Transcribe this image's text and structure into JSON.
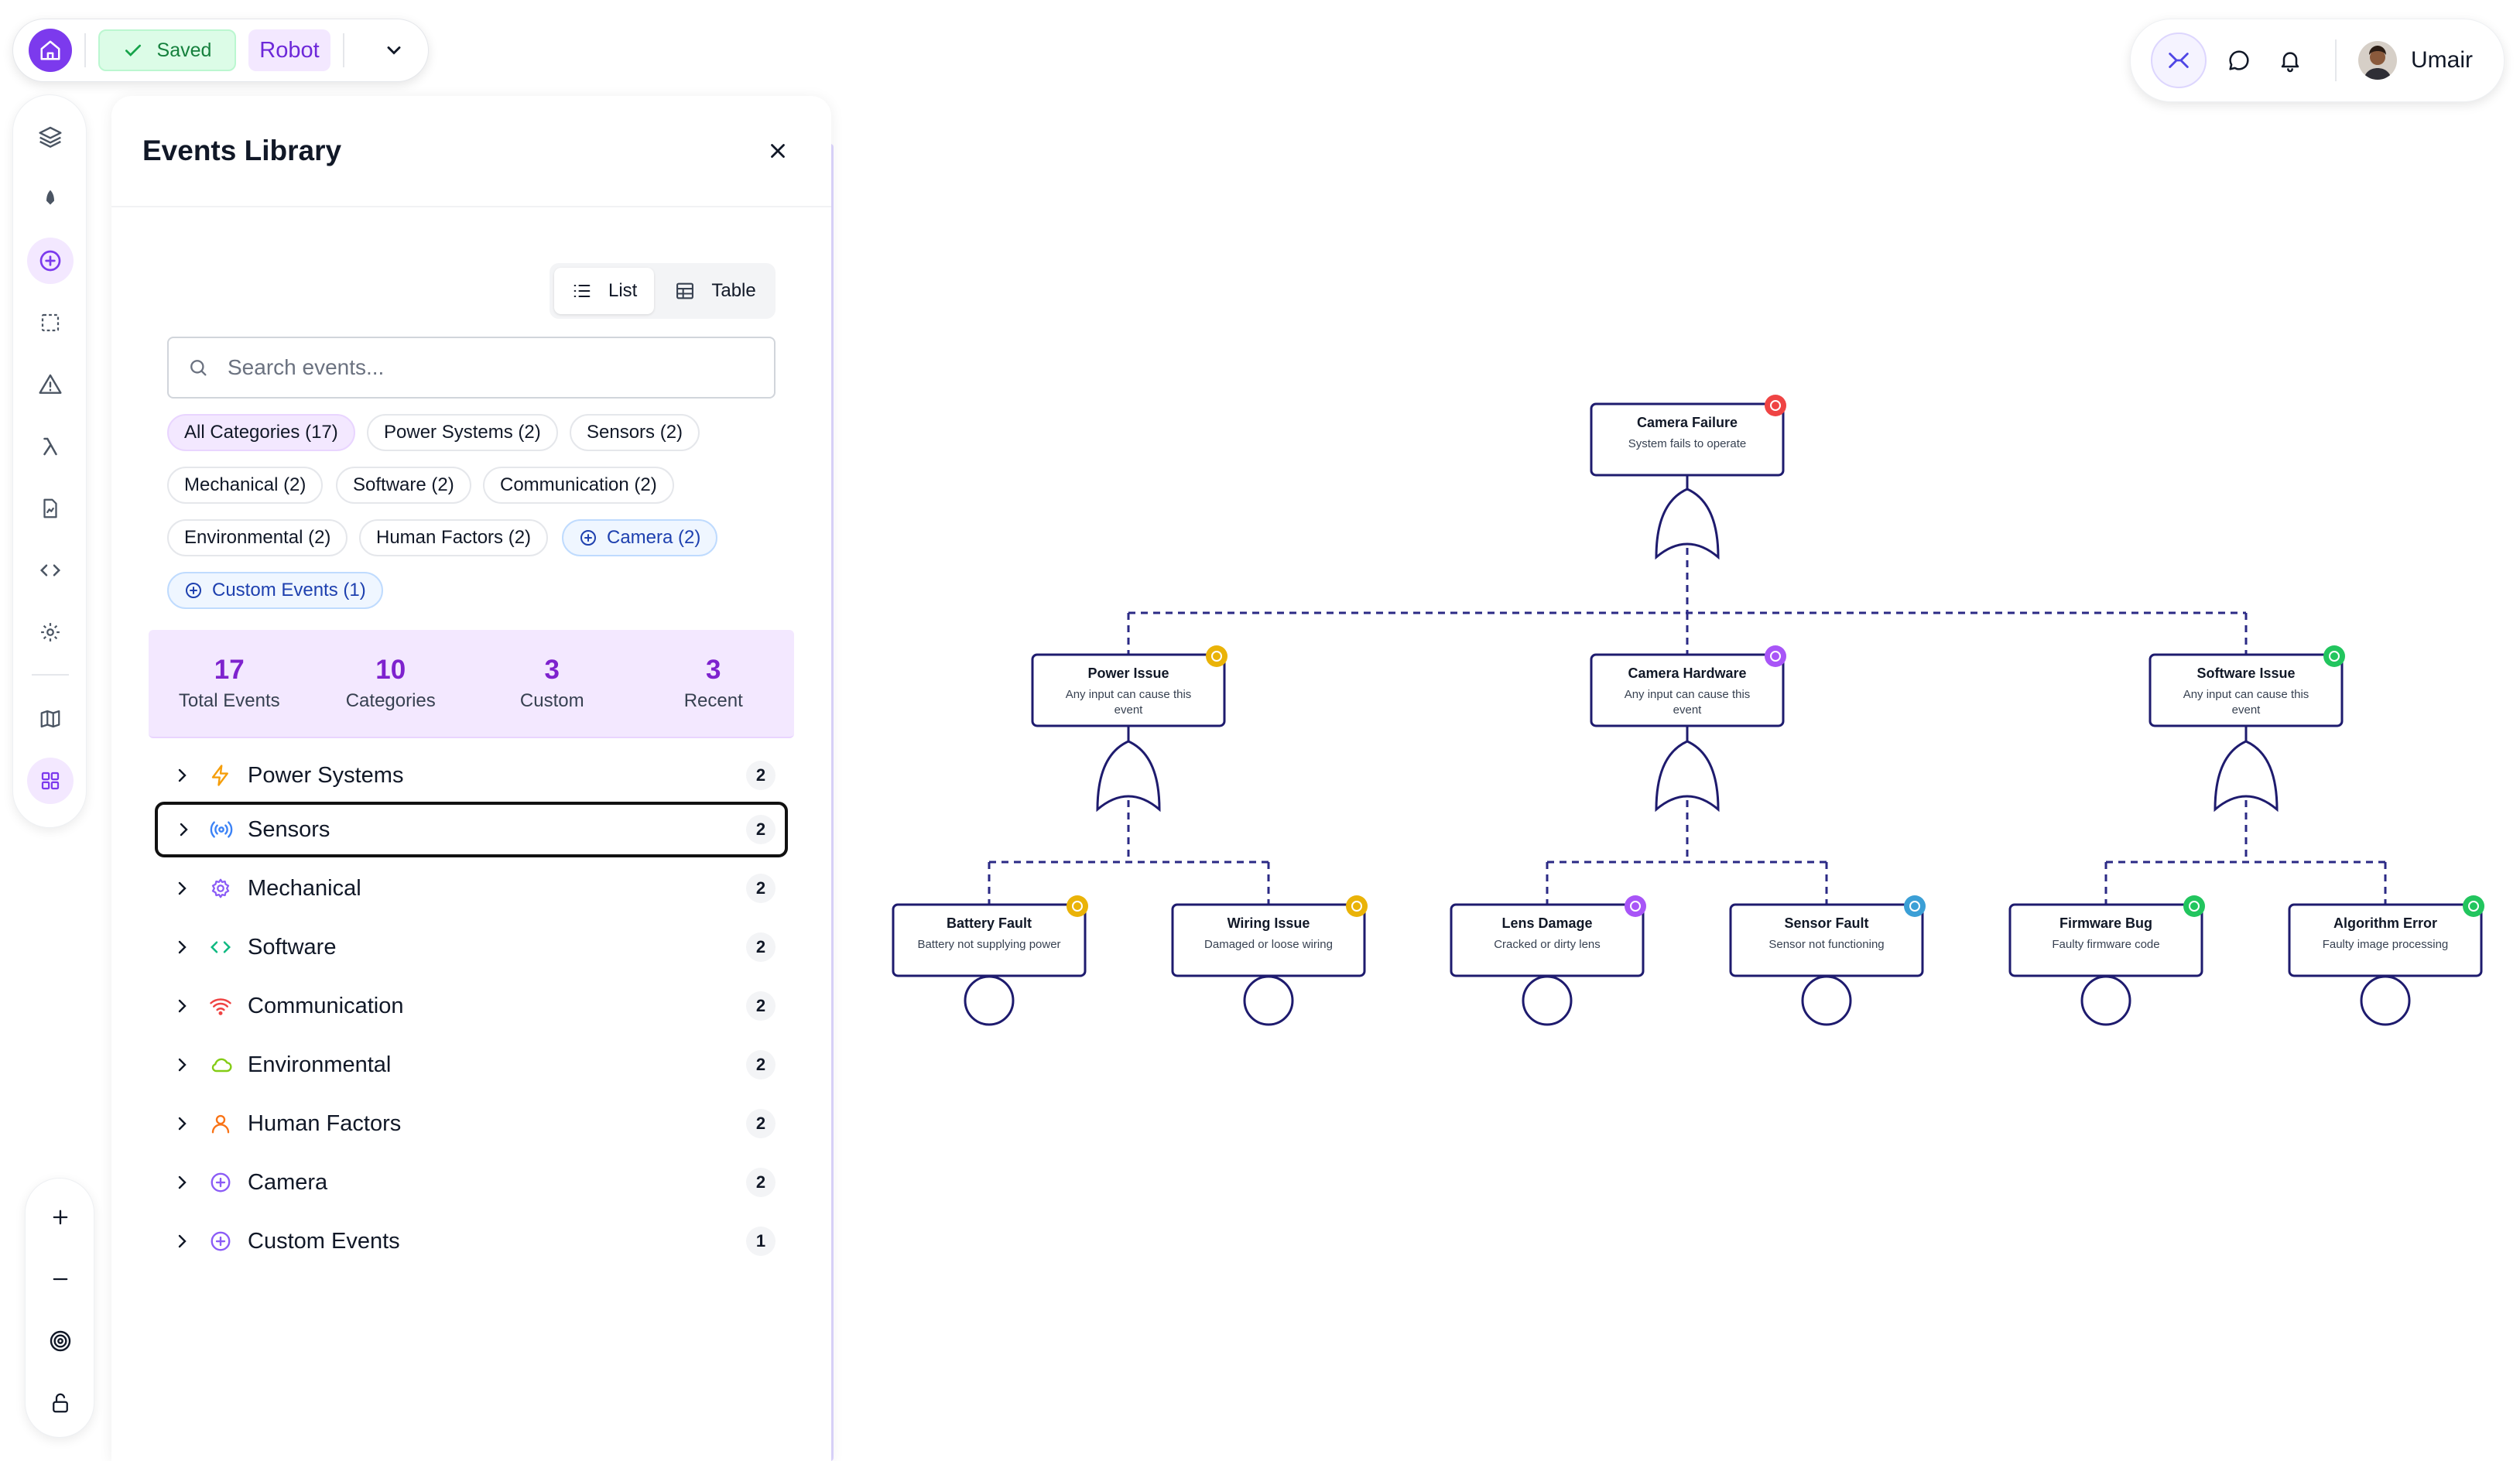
{
  "topbar": {
    "saved_label": "Saved",
    "project_name": "Robot"
  },
  "rail": {
    "items": [
      "layers-icon",
      "rocket-icon",
      "add-event-icon",
      "selection-icon",
      "warning-icon",
      "lambda-icon",
      "file-chart-icon",
      "code-icon",
      "settings-icon",
      "map-icon",
      "apps-grid-icon"
    ],
    "active": "add-event-icon"
  },
  "zoom": {
    "items": [
      "zoom-in-icon",
      "zoom-out-icon",
      "fit-view-icon",
      "lock-icon"
    ]
  },
  "panel": {
    "title": "Events Library",
    "view_toggle": {
      "list_label": "List",
      "table_label": "Table",
      "selected": "List"
    },
    "search_placeholder": "Search events...",
    "filters": [
      {
        "label": "All Categories (17)"
      },
      {
        "label": "Power Systems (2)"
      },
      {
        "label": "Sensors (2)"
      },
      {
        "label": "Mechanical (2)"
      },
      {
        "label": "Software (2)"
      },
      {
        "label": "Communication (2)"
      },
      {
        "label": "Environmental (2)"
      },
      {
        "label": "Human Factors (2)"
      },
      {
        "label": "Camera (2)"
      },
      {
        "label": "Custom Events (1)"
      }
    ],
    "stats": [
      {
        "value": "17",
        "label": "Total Events"
      },
      {
        "value": "10",
        "label": "Categories"
      },
      {
        "value": "3",
        "label": "Custom"
      },
      {
        "value": "3",
        "label": "Recent"
      }
    ],
    "categories": [
      {
        "label": "Power Systems",
        "count": "2",
        "icon": "bolt-icon",
        "color": "#f59e0b"
      },
      {
        "label": "Sensors",
        "count": "2",
        "icon": "signal-icon",
        "color": "#3b82f6"
      },
      {
        "label": "Mechanical",
        "count": "2",
        "icon": "gear-icon",
        "color": "#8b5cf6"
      },
      {
        "label": "Software",
        "count": "2",
        "icon": "code-icon",
        "color": "#10b981"
      },
      {
        "label": "Communication",
        "count": "2",
        "icon": "wifi-icon",
        "color": "#ef4444"
      },
      {
        "label": "Environmental",
        "count": "2",
        "icon": "cloud-icon",
        "color": "#84cc16"
      },
      {
        "label": "Human Factors",
        "count": "2",
        "icon": "user-icon",
        "color": "#f97316"
      },
      {
        "label": "Camera",
        "count": "2",
        "icon": "plus-circle-icon",
        "color": "#8b5cf6"
      },
      {
        "label": "Custom Events",
        "count": "1",
        "icon": "plus-circle-icon",
        "color": "#8b5cf6"
      }
    ],
    "selected_category": "Sensors"
  },
  "topright": {
    "user_name": "Umair"
  },
  "tree": {
    "colors": {
      "stroke": "#1e1b6e",
      "dash": "#2b2a85"
    },
    "nodes": [
      {
        "id": "camera-failure",
        "title": "Camera Failure",
        "desc": [
          "System fails to operate"
        ],
        "badge": "#ef4444"
      },
      {
        "id": "power-issue",
        "title": "Power Issue",
        "desc": [
          "Any input can cause this",
          "event"
        ],
        "badge": "#eab308"
      },
      {
        "id": "camera-hardware",
        "title": "Camera Hardware",
        "desc": [
          "Any input can cause this",
          "event"
        ],
        "badge": "#a855f7"
      },
      {
        "id": "software-issue",
        "title": "Software Issue",
        "desc": [
          "Any input can cause this",
          "event"
        ],
        "badge": "#22c55e"
      },
      {
        "id": "battery-fault",
        "title": "Battery Fault",
        "desc": [
          "Battery not supplying power"
        ],
        "badge": "#eab308"
      },
      {
        "id": "wiring-issue",
        "title": "Wiring Issue",
        "desc": [
          "Damaged or loose wiring"
        ],
        "badge": "#eab308"
      },
      {
        "id": "lens-damage",
        "title": "Lens Damage",
        "desc": [
          "Cracked or dirty lens"
        ],
        "badge": "#a855f7"
      },
      {
        "id": "sensor-fault",
        "title": "Sensor Fault",
        "desc": [
          "Sensor not functioning"
        ],
        "badge": "#3b9fd6"
      },
      {
        "id": "firmware-bug",
        "title": "Firmware Bug",
        "desc": [
          "Faulty firmware code"
        ],
        "badge": "#22c55e"
      },
      {
        "id": "algorithm-error",
        "title": "Algorithm Error",
        "desc": [
          "Faulty image processing"
        ],
        "badge": "#22c55e"
      }
    ]
  }
}
